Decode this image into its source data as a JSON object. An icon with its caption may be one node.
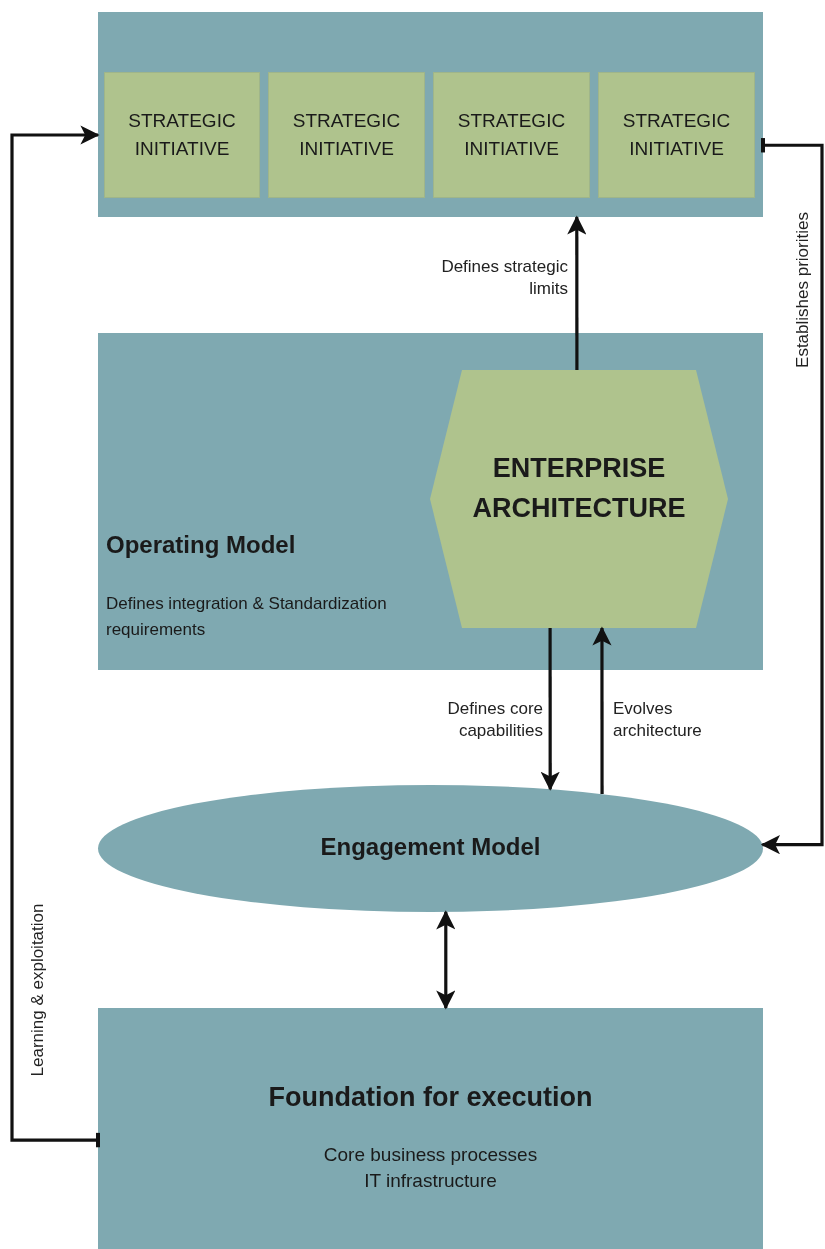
{
  "diagram": {
    "nodes": [
      {
        "text": [],
        "shape": "box"
      },
      {
        "text": [
          "STRATEGIC INITIATIVE"
        ],
        "in": 0
      },
      {
        "text": [
          "STRATEGIC INITIATIVE"
        ],
        "in": 0
      },
      {
        "text": [
          "STRATEGIC INITIATIVE"
        ],
        "in": 0
      },
      {
        "text": [
          "STRATEGIC INITIATIVE"
        ],
        "in": 0
      },
      {
        "text": [
          "Operating Model",
          "Defines integration & Standardization requirements"
        ]
      },
      {
        "text": [
          "ENTERPRISE ARCHITECTURE"
        ],
        "in": 5
      },
      {
        "text": [
          "Engagement Model"
        ]
      },
      {
        "text": [
          "Foundation for execution",
          "Core business processes",
          "IT infrastructure"
        ]
      }
    ],
    "edges": [
      {
        "from": 6,
        "to": 0,
        "arrow": "to",
        "label": "Defines strategic limits"
      },
      {
        "from": 6,
        "to": 7,
        "arrow": "to",
        "label": "Defines core capabilities"
      },
      {
        "from": 7,
        "to": 6,
        "arrow": "to",
        "label": "Evolves architecture"
      },
      {
        "from": 7,
        "to": 8,
        "arrow": "both"
      },
      {
        "from": 8,
        "to": 0,
        "arrow": "to",
        "label": "Learning & exploitation"
      },
      {
        "from": 0,
        "to": 7,
        "arrow": "to",
        "label": "Establishes priorities"
      }
    ]
  }
}
